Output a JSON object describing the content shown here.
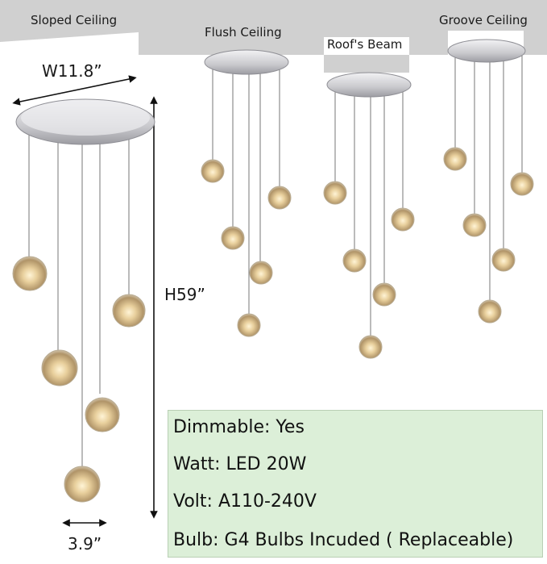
{
  "mounts": {
    "sloped": "Sloped Ceiling",
    "flush": "Flush Ceiling",
    "beam": "Roof's Beam",
    "groove": "Groove Ceiling"
  },
  "dimensions": {
    "width": "W11.8”",
    "height": "H59”",
    "shade": "3.9”"
  },
  "specs": [
    "Dimmable: Yes",
    "Watt: LED 20W",
    "Volt: A110-240V",
    "Bulb: G4 Bulbs Incuded ( Replaceable)"
  ],
  "colors": {
    "ceiling": "#d0d0d0",
    "spec_panel": "#dcefd8",
    "canopy": "#c8c8cc"
  }
}
